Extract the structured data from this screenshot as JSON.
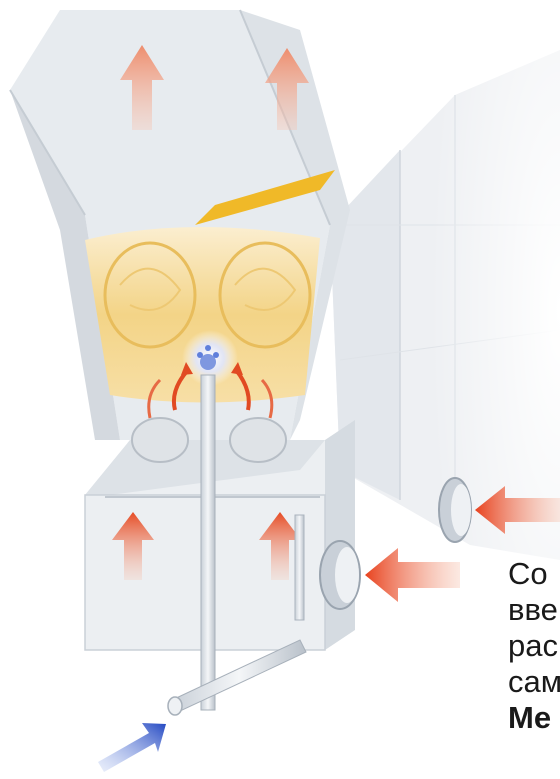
{
  "figure": {
    "subject": "fluidized-bed furnace cutaway",
    "colors": {
      "casing": "#e9ecef",
      "casing_dark": "#c7cdd4",
      "bed": "#f2cf79",
      "bed_light": "#fbe9b8",
      "hot_arrow": "#ec5a34",
      "exhaust_arrow": "#f2a58c",
      "inlet_arrow": "#2a58c8",
      "pipe": "#dfe4ea"
    },
    "arrows": {
      "exhaust": [
        "exhaust-arrow-left",
        "exhaust-arrow-right"
      ],
      "air_in": [
        "air-inlet-arrow-upper",
        "air-inlet-arrow-lower"
      ],
      "windbox": [
        "windbox-arrow-left",
        "windbox-arrow-right"
      ],
      "fuel": "fuel-inlet-arrow"
    }
  },
  "caption": {
    "lines": [
      "Со",
      "вве",
      "рас",
      "сам",
      "Ме"
    ]
  }
}
